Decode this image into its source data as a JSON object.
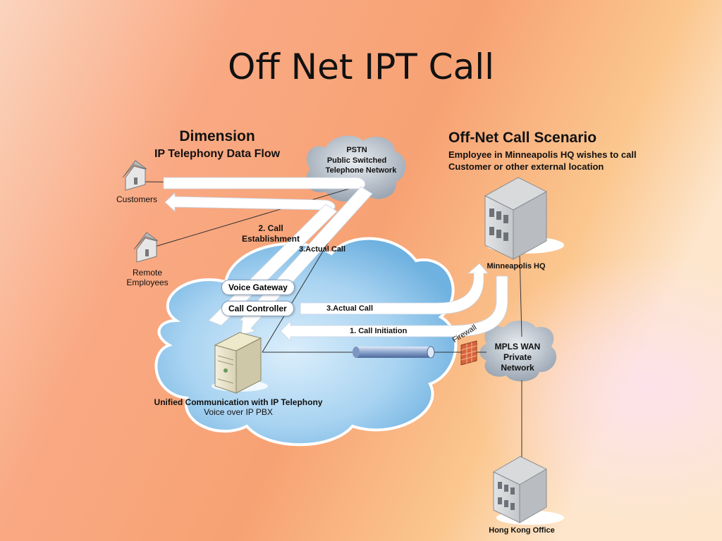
{
  "title": "Off Net IPT Call",
  "left_heading": {
    "title": "Dimension",
    "subtitle": "IP Telephony Data Flow"
  },
  "right_heading": {
    "title": "Off-Net Call Scenario",
    "description_line1": "Employee in Minneapolis HQ wishes to call",
    "description_line2": "Customer or other external location"
  },
  "nodes": {
    "pstn": {
      "line1": "PSTN",
      "line2": "Public Switched",
      "line3": "Telephone Network"
    },
    "customers": "Customers",
    "remote_employees": {
      "line1": "Remote",
      "line2": "Employees"
    },
    "voice_gateway": "Voice Gateway",
    "call_controller": "Call Controller",
    "pbx": {
      "line1": "Unified Communication with IP Telephony",
      "line2": "Voice over IP PBX"
    },
    "minneapolis": "Minneapolis HQ",
    "firewall": "Firewall",
    "mpls": {
      "line1": "MPLS WAN",
      "line2": "Private",
      "line3": "Network"
    },
    "hong_kong": "Hong Kong Office"
  },
  "flows": {
    "call_establishment": {
      "line1": "2.  Call",
      "line2": "Establishment"
    },
    "actual_call_a": "3.Actual Call",
    "actual_call_b": "3.Actual Call",
    "call_initiation": "1. Call Initiation"
  },
  "colors": {
    "background_left": "#f9c8a8",
    "background_center": "#f8a77c",
    "background_right": "#fbe0b8",
    "cloud_fill": "#8ec6ea",
    "pstn_cloud": "#9aa5b2"
  }
}
